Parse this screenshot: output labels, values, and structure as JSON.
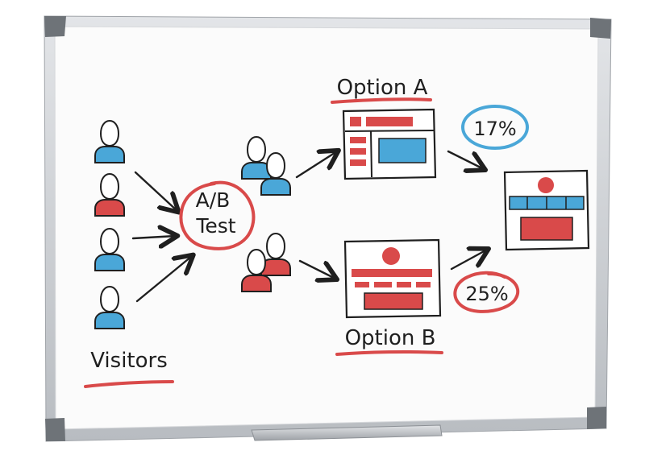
{
  "diagram": {
    "visitors_label": "Visitors",
    "test_label_line1": "A/B",
    "test_label_line2": "Test",
    "option_a_label": "Option A",
    "option_b_label": "Option B",
    "option_a_rate": "17%",
    "option_b_rate": "25%"
  },
  "colors": {
    "blue": "#4aa7d8",
    "red": "#d94a4a",
    "ink": "#1f1f1f",
    "frame": "#c9ccd0",
    "board": "#fbfbfb"
  }
}
